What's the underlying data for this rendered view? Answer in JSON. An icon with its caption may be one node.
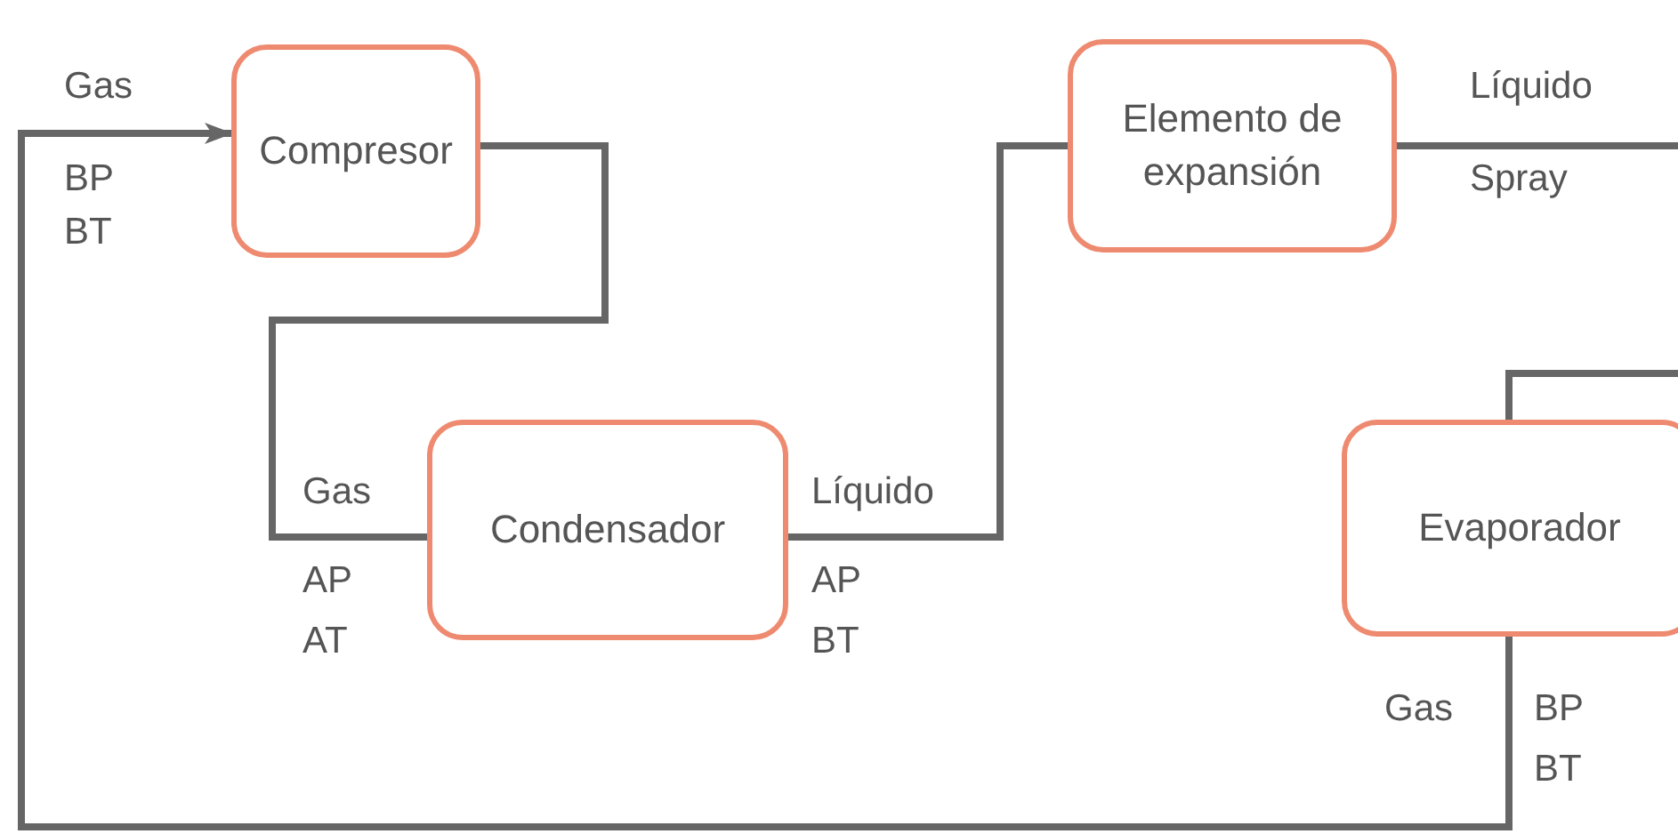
{
  "diagram": {
    "nodes": [
      {
        "text": [
          "Compresor"
        ]
      },
      {
        "text": [
          "Condensador"
        ]
      },
      {
        "text": [
          "Elemento de expansión"
        ]
      },
      {
        "text": [
          "Evaporador"
        ]
      }
    ],
    "edges": [
      {
        "from": 3,
        "to": 0,
        "arrow": "to"
      },
      {
        "from": 0,
        "to": 1,
        "arrow": "none"
      },
      {
        "from": 1,
        "to": 2,
        "arrow": "none"
      },
      {
        "from": 2,
        "to": null,
        "arrow": "none"
      },
      {
        "from": null,
        "to": 3,
        "arrow": "none"
      }
    ],
    "labels": [
      "Gas",
      "BP",
      "BT",
      "Líquido",
      "Spray",
      "Gas",
      "AP",
      "AT",
      "Líquido",
      "AP",
      "BT",
      "Gas",
      "BP",
      "BT"
    ]
  }
}
